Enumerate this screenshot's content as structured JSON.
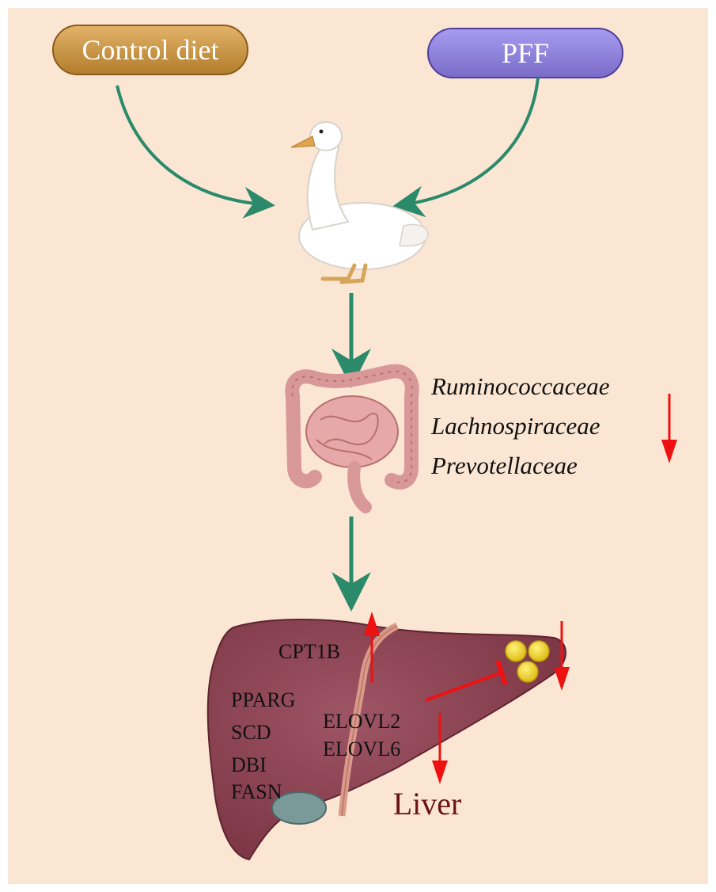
{
  "diet_inputs": {
    "control": "Control diet",
    "treatment": "PFF"
  },
  "microbiota": {
    "families": [
      "Ruminococcaceae",
      "Lachnospiraceae",
      "Prevotellaceae"
    ],
    "change": "down"
  },
  "liver": {
    "label": "Liver",
    "genes_left": [
      "PPARG",
      "SCD",
      "DBI",
      "FASN"
    ],
    "gene_top": "CPT1B",
    "gene_top_change": "up",
    "genes_mid": [
      "ELOVL2",
      "ELOVL6"
    ],
    "genes_mid_change": "down",
    "lipid_droplets_change": "down"
  },
  "colors": {
    "background": "#fbe6d4",
    "control_pill": "#c9933f",
    "pff_pill": "#8d7fd6",
    "flow_arrow": "#2a8a6a",
    "regulation_arrow": "#ee1111",
    "liver": "#8c4150",
    "liver_label": "#6b1414",
    "lipid_droplet": "#f2d21c"
  }
}
